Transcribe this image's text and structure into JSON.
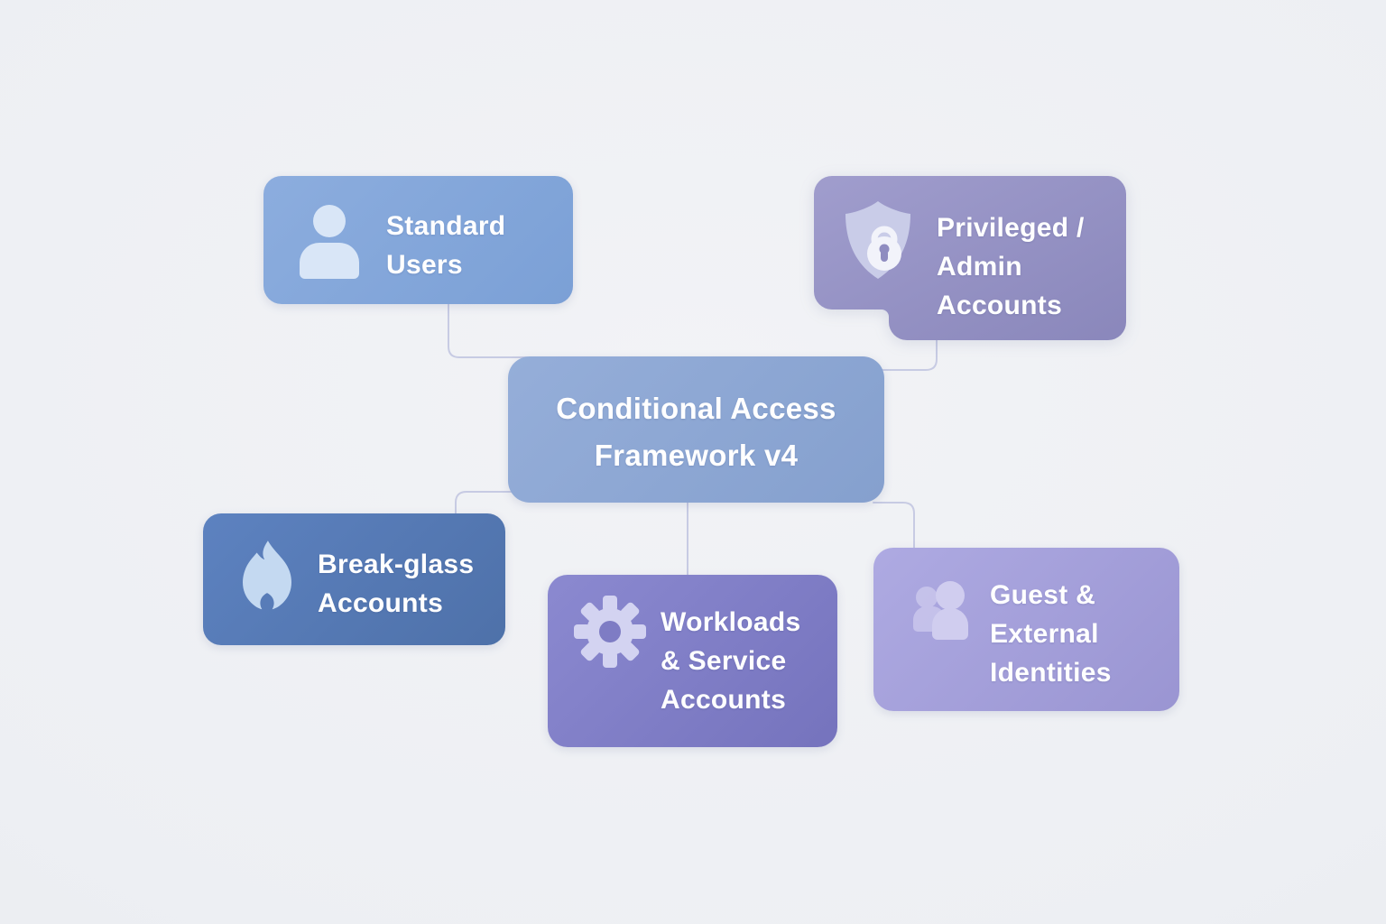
{
  "style": {
    "background": "#eef0f4",
    "text_color": "#ffffff",
    "connector_color": "#c7cbe3"
  },
  "nodes": {
    "center": {
      "label": "Conditional Access Framework v4",
      "lines": [
        "Conditional Access",
        "Framework v4"
      ],
      "color": {
        "from": "#95aed9",
        "to": "#85a0ce"
      }
    },
    "standard_users": {
      "label": "Standard Users",
      "lines": [
        "Standard",
        "Users"
      ],
      "icon": "user-icon",
      "color": {
        "from": "#8cadde",
        "to": "#7ba0d6",
        "icon": "#d9e6f7"
      }
    },
    "privileged_admin": {
      "label": "Privileged / Admin Accounts",
      "lines": [
        "Privileged /",
        "Admin",
        "Accounts"
      ],
      "icon": "shield-lock-icon",
      "color": {
        "from": "#a09dcd",
        "to": "#8a87bb",
        "icon": "#c9cce8",
        "lock": "#f2f3fa",
        "keyhole": "#8f8cc0"
      }
    },
    "break_glass": {
      "label": "Break-glass Accounts",
      "lines": [
        "Break-glass",
        "Accounts"
      ],
      "icon": "flame-icon",
      "color": {
        "from": "#5d82c0",
        "to": "#4e71a9",
        "icon": "#c4d9f1"
      }
    },
    "workloads_service": {
      "label": "Workloads & Service Accounts",
      "lines": [
        "Workloads",
        "& Service",
        "Accounts"
      ],
      "icon": "gear-icon",
      "color": {
        "from": "#8b89d0",
        "to": "#7573bd",
        "icon": "#d3d3f1",
        "hole": "#7e7cc4"
      }
    },
    "guest_external": {
      "label": "Guest & External Identities",
      "lines": [
        "Guest &",
        "External",
        "Identities"
      ],
      "icon": "people-icon",
      "color": {
        "from": "#aeaae2",
        "to": "#9a95d2",
        "icon": "#d0cdef"
      }
    }
  },
  "connectors": [
    {
      "from": "standard_users",
      "to": "center"
    },
    {
      "from": "privileged_admin",
      "to": "center"
    },
    {
      "from": "center",
      "to": "break_glass"
    },
    {
      "from": "center",
      "to": "workloads_service"
    },
    {
      "from": "center",
      "to": "guest_external"
    }
  ]
}
